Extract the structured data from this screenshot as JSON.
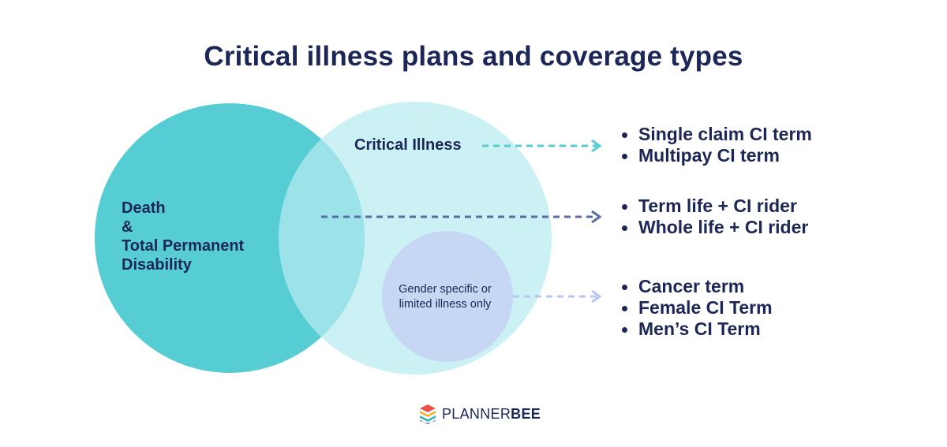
{
  "title": "Critical illness plans and coverage types",
  "diagram": {
    "circles": {
      "death_tpd": {
        "label_lines": [
          "Death",
          "&",
          "Total Permanent",
          "Disability"
        ],
        "color": "#56cdd3"
      },
      "critical_illness": {
        "label": "Critical Illness",
        "color": "#cbf1f4",
        "overlap_color": "#9be3e8"
      },
      "gender_specific": {
        "label": "Gender specific or limited illness only",
        "color": "#c6d7f4"
      }
    },
    "arrows": {
      "ci_color": "#56cdd3",
      "overlap_color": "#5a6ca8",
      "gender_color": "#b6c8ef"
    }
  },
  "coverage_groups": [
    {
      "items": [
        "Single claim CI term",
        "Multipay CI term"
      ]
    },
    {
      "items": [
        "Term life + CI rider",
        "Whole life + CI rider"
      ]
    },
    {
      "items": [
        "Cancer term",
        "Female CI Term",
        "Men’s CI Term"
      ]
    }
  ],
  "logo": {
    "word1": "PLANNER",
    "word2": "BEE",
    "icon": "hexagon-stack-icon"
  },
  "colors": {
    "navy": "#1c2757"
  }
}
